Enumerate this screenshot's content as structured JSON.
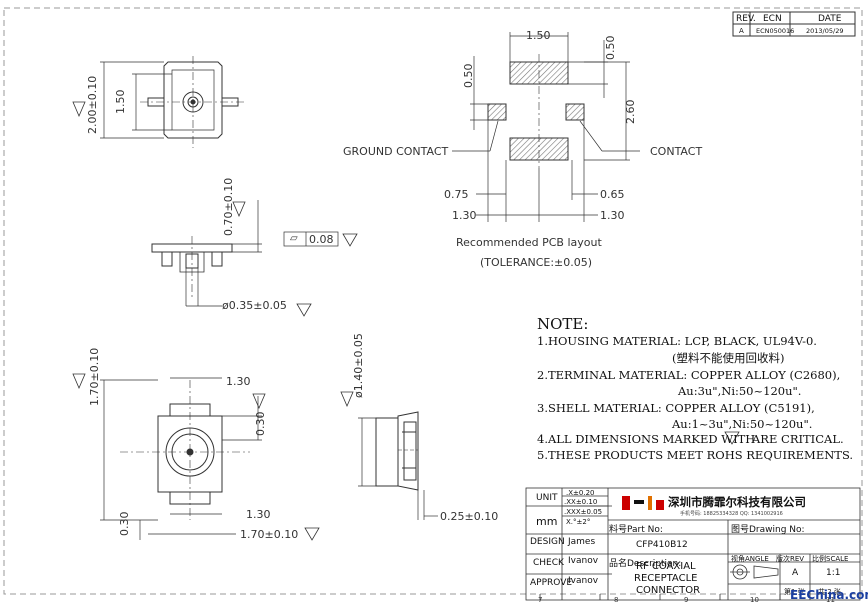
{
  "revision_block": {
    "headers": [
      "REV.",
      "ECN",
      "DATE"
    ],
    "row": [
      "A",
      "ECN050016",
      "2013/05/29"
    ]
  },
  "top_view": {
    "height_dim": "2.00±0.10",
    "inner_height_dim": "1.50"
  },
  "side_view": {
    "height_dim": "0.70±0.10",
    "flatness": "0.08",
    "pin_dim": "ø0.35±0.05"
  },
  "pcb_layout": {
    "width_top": "1.50",
    "pad_height": "0.50",
    "left_height": "0.50",
    "total_height": "2.60",
    "left_pad": "0.75",
    "right_pad": "0.65",
    "left_span": "1.30",
    "right_span": "1.30",
    "ground_label": "GROUND CONTACT",
    "contact_label": "CONTACT",
    "caption": "Recommended PCB layout",
    "tolerance": "(TOLERANCE:±0.05)"
  },
  "bottom_view": {
    "height_dim": "1.70±0.10",
    "top_width": "1.30",
    "right_dim": "0.30",
    "bottom_width": "1.30",
    "left_dim": "0.30",
    "overall_width": "1.70±0.10"
  },
  "section_view": {
    "diameter": "ø1.40±0.05",
    "thickness": "0.25±0.10"
  },
  "notes": {
    "title": "NOTE:",
    "lines": [
      "1.HOUSING MATERIAL: LCP, BLACK, UL94V-0.",
      "(塑料不能使用回收料)",
      "2.TERMINAL MATERIAL: COPPER ALLOY (C2680),",
      "Au:3u\",Ni:50~120u\".",
      "3.SHELL MATERIAL: COPPER ALLOY (C5191),",
      "Au:1~3u\",Ni:50~120u\".",
      "4.ALL DIMENSIONS MARKED WITH",
      "ARE CRITICAL.",
      "5.THESE PRODUCTS MEET ROHS REQUIREMENTS."
    ]
  },
  "title_block": {
    "unit_label": "UNIT",
    "unit_value": "mm",
    "tol_1": ".X±0.20",
    "tol_2": ".XX±0.10",
    "tol_3": ".XXX±0.05",
    "tol_4": "X.°±2°",
    "company": "深圳市腾霏尔科技有限公司",
    "company_contact": "手机号码: 18825334328   QQ: 1341002916",
    "part_no_label": "料号Part No:",
    "drawing_no_label": "图号Drawing No:",
    "part_no": "CFP410B12",
    "design_label": "DESIGN",
    "design_value": "James",
    "check_label": "CHECK",
    "check_value": "Ivanov",
    "approve_label": "APPROVE",
    "approve_value": "Ivanov",
    "description_label": "品名Description:",
    "description": [
      "RF COAXIAL",
      "RECEPTACLE",
      "CONNECTOR"
    ],
    "angle_label": "视角ANGLE",
    "rev_label": "版次REV",
    "scale_label": "比例SCALE",
    "rev_value": "A",
    "scale_value": "1:1",
    "sheet": "第1  张",
    "sheet_total": "共 2  张"
  },
  "frame_numbers": [
    "7",
    "8",
    "9",
    "10",
    "11"
  ],
  "watermark": "EEChina.com"
}
